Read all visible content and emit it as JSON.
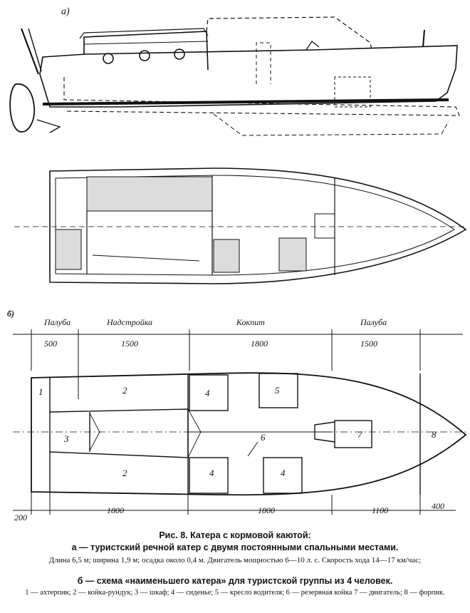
{
  "figure_a": {
    "label": "а)"
  },
  "figure_b": {
    "label": "б)",
    "top_sections": [
      {
        "name": "Палуба",
        "dim": "500"
      },
      {
        "name": "Надстройка",
        "dim": "1500"
      },
      {
        "name": "Кокпит",
        "dim": "1800"
      },
      {
        "name": "Палуба",
        "dim": "1500"
      }
    ],
    "bottom_dims": [
      "200",
      "1800",
      "1800",
      "1100",
      "400"
    ],
    "numbers": [
      "1",
      "2",
      "3",
      "2",
      "4",
      "5",
      "4",
      "4",
      "6",
      "7",
      "8"
    ]
  },
  "caption": {
    "title": "Рис. 8. Катера с кормовой каютой:",
    "subtitle_a": "а — туристский речной катер с двумя постоянными спальными местами.",
    "specs": "Длина 6,5 м; ширина 1,9 м; осадка около 0,4 м. Двигатель мощностью 6—10 л. с. Скорость хода 14—17 км/час;",
    "subtitle_b": "б — схема «наименьшего катера» для туристской группы из 4 человек.",
    "legend": "1 — ахтерпик; 2 — койка-рундук; 3 — шкаф; 4 — сиденье; 5 — кресло водителя; 6 — резервная койка 7 — двигатель; 8 — форпик."
  }
}
